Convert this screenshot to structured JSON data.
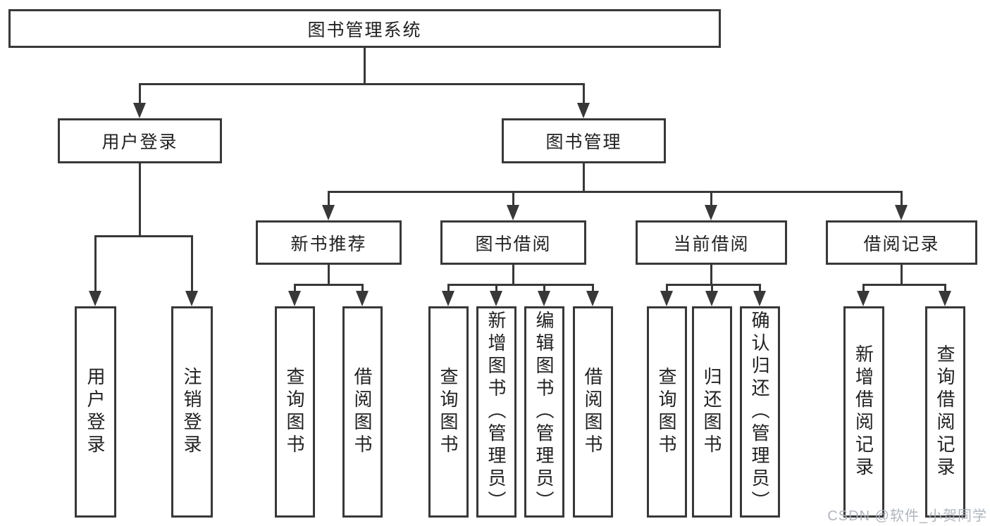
{
  "diagram": {
    "type": "hierarchy-tree",
    "title": "图书管理系统",
    "colors": {
      "line": "#383838",
      "box_border": "#383838",
      "text": "#212121",
      "background": "#ffffff",
      "watermark": "#a9afb9"
    },
    "watermark": {
      "text": "CSDN @软件_小贺同学"
    },
    "nodes": {
      "root": {
        "label": "图书管理系统"
      },
      "user_login": {
        "label": "用户登录"
      },
      "book_mgmt": {
        "label": "图书管理"
      },
      "new_book": {
        "label": "新书推荐"
      },
      "book_borrow": {
        "label": "图书借阅"
      },
      "current_borrow": {
        "label": "当前借阅"
      },
      "borrow_record": {
        "label": "借阅记录"
      },
      "user_login_leaf": {
        "label": "用户登录"
      },
      "logout": {
        "label": "注销登录"
      },
      "nb_query": {
        "label": "查询图书"
      },
      "nb_borrow": {
        "label": "借阅图书"
      },
      "bb_query": {
        "label": "查询图书"
      },
      "bb_add": {
        "label": "新增图书（管理员）"
      },
      "bb_edit": {
        "label": "编辑图书（管理员）"
      },
      "bb_borrow": {
        "label": "借阅图书"
      },
      "cb_query": {
        "label": "查询图书"
      },
      "cb_return": {
        "label": "归还图书"
      },
      "cb_confirm": {
        "label": "确认归还（管理员）"
      },
      "br_add": {
        "label": "新增借阅记录"
      },
      "br_query": {
        "label": "查询借阅记录"
      }
    },
    "edges": [
      {
        "from": "root",
        "to": [
          "user_login",
          "book_mgmt"
        ]
      },
      {
        "from": "user_login",
        "to": [
          "user_login_leaf",
          "logout"
        ]
      },
      {
        "from": "book_mgmt",
        "to": [
          "new_book",
          "book_borrow",
          "current_borrow",
          "borrow_record"
        ]
      },
      {
        "from": "new_book",
        "to": [
          "nb_query",
          "nb_borrow"
        ]
      },
      {
        "from": "book_borrow",
        "to": [
          "bb_query",
          "bb_add",
          "bb_edit",
          "bb_borrow"
        ]
      },
      {
        "from": "current_borrow",
        "to": [
          "cb_query",
          "cb_return",
          "cb_confirm"
        ]
      },
      {
        "from": "borrow_record",
        "to": [
          "br_add",
          "br_query"
        ]
      }
    ]
  }
}
